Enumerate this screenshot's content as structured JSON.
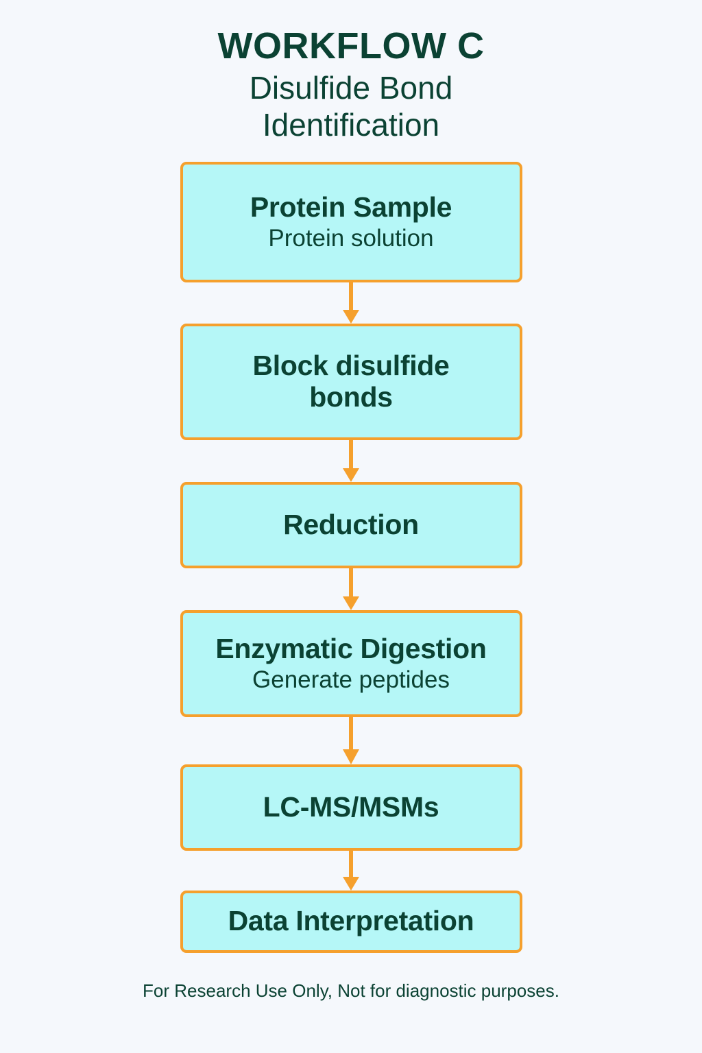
{
  "page": {
    "background_color": "#f5f8fc",
    "text_color": "#0b4233",
    "node_fill_color": "#b5f7f7",
    "node_border_color": "#f5a02d",
    "arrow_color": "#f5a02d"
  },
  "header": {
    "title": "WORKFLOW C",
    "subtitle_line1": "Disulfide Bond",
    "subtitle_line2": "Identification"
  },
  "flow": {
    "steps": [
      {
        "title": "Protein Sample",
        "subtitle": "Protein solution"
      },
      {
        "title": "Block disulfide bonds",
        "subtitle": ""
      },
      {
        "title": "Reduction",
        "subtitle": ""
      },
      {
        "title": "Enzymatic Digestion",
        "subtitle": "Generate peptides"
      },
      {
        "title": "LC-MS/MSMs",
        "subtitle": ""
      },
      {
        "title": "Data Interpretation",
        "subtitle": ""
      }
    ],
    "connectors": [
      {
        "name": "arrow-down-icon"
      },
      {
        "name": "arrow-down-icon"
      },
      {
        "name": "arrow-down-icon"
      },
      {
        "name": "arrow-down-icon"
      },
      {
        "name": "arrow-down-icon"
      }
    ]
  },
  "footer": {
    "disclaimer": "For Research Use Only, Not for diagnostic purposes."
  }
}
